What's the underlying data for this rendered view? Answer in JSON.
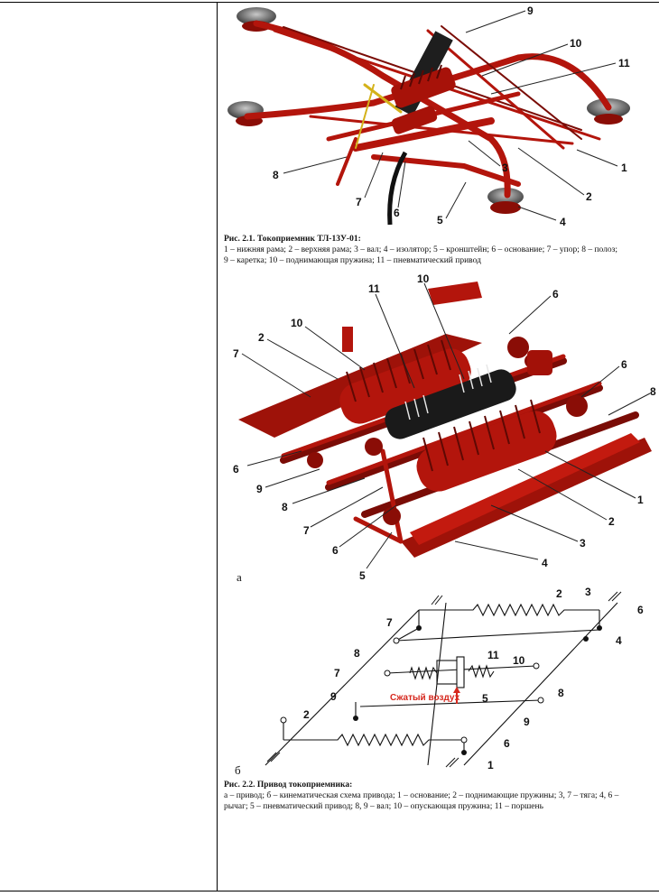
{
  "fig1": {
    "labels": [
      "9",
      "10",
      "11",
      "1",
      "2",
      "3",
      "4",
      "5",
      "6",
      "7",
      "8"
    ],
    "caption_title": "Рис. 2.1. Токоприемник ТЛ-13У-01:",
    "caption_line1": "1 – нижняя рама; 2 – верхняя рама; 3 – вал; 4 – изолятор; 5 – кронштейн; 6 – основание; 7 – упор; 8 – полоз;",
    "caption_line2": "9 – каретка; 10 – поднимающая пружина; 11 – пневматический привод"
  },
  "fig2a": {
    "labels": [
      "11",
      "10",
      "6",
      "10",
      "2",
      "7",
      "6",
      "8",
      "6",
      "9",
      "8",
      "7",
      "6",
      "5",
      "4",
      "3",
      "2",
      "1"
    ],
    "sublabel": "а"
  },
  "fig2b": {
    "labels": [
      "2",
      "3",
      "7",
      "6",
      "4",
      "8",
      "11",
      "10",
      "7",
      "5",
      "8",
      "9",
      "2",
      "9",
      "6",
      "1"
    ],
    "air_label": "Сжатый воздух",
    "sublabel": "б"
  },
  "fig2_caption": {
    "title": "Рис. 2.2. Привод токоприемника:",
    "line1": "а – привод; б – кинематическая схема привода; 1 – основание; 2 – поднимающие пружины; 3, 7 – тяга; 4, 6 –",
    "line2": "рычаг; 5 – пневматический привод; 8, 9 – вал; 10 – опускающая пружина; 11 – поршень"
  },
  "colors": {
    "frame_red": "#b3150c",
    "dark_red": "#7a0c06",
    "air_red": "#d6281e"
  }
}
